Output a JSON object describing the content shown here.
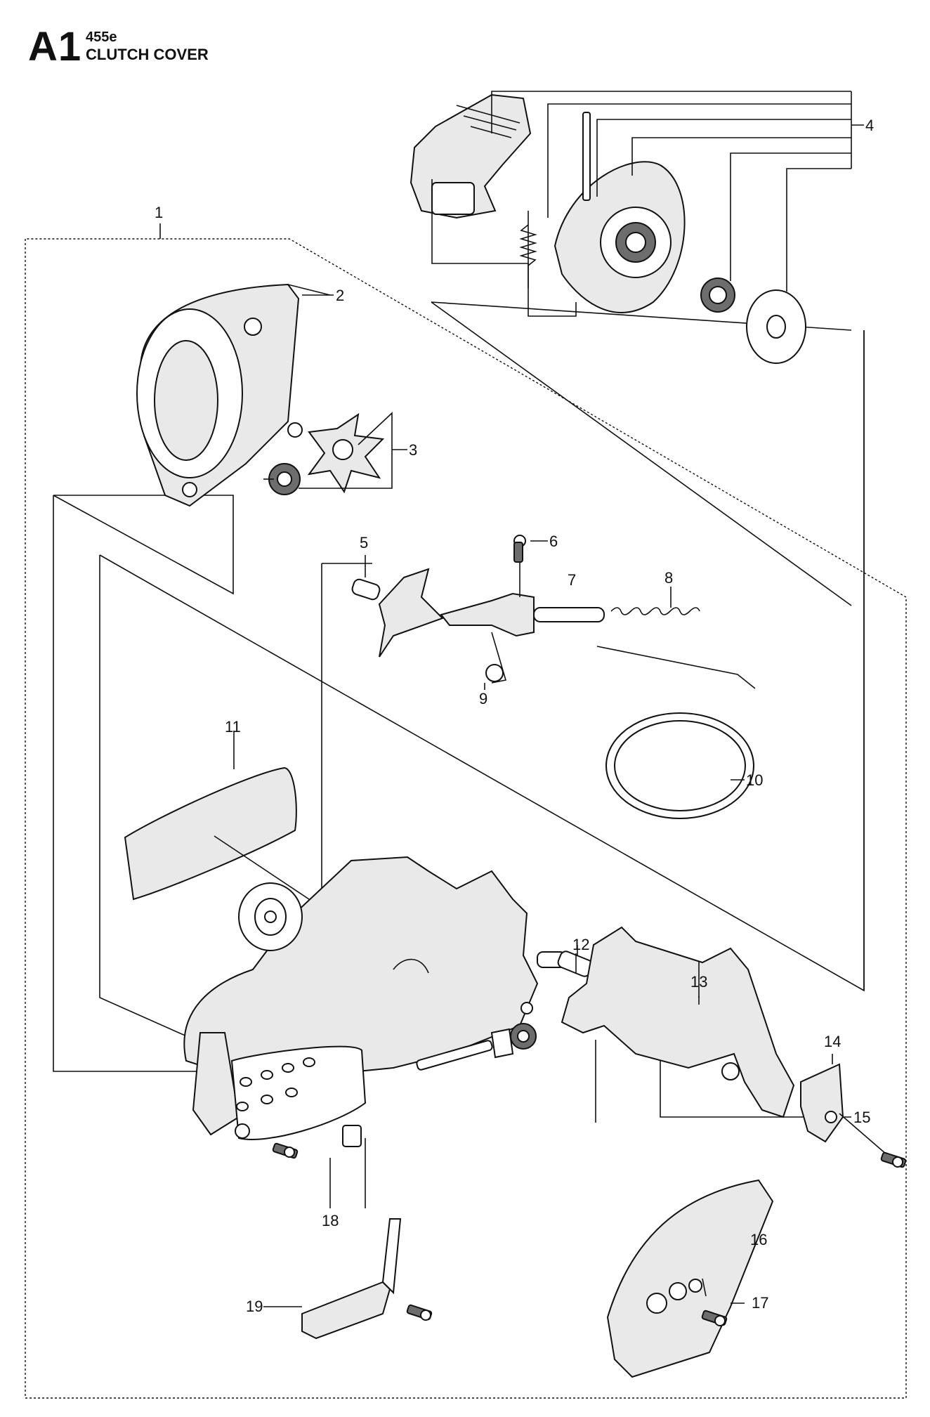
{
  "header": {
    "code": "A1",
    "model": "455e",
    "title": "CLUTCH COVER"
  },
  "callouts": [
    "1",
    "2",
    "3",
    "4",
    "5",
    "6",
    "7",
    "8",
    "9",
    "10",
    "11",
    "12",
    "13",
    "14",
    "15",
    "16",
    "17",
    "18",
    "19"
  ]
}
